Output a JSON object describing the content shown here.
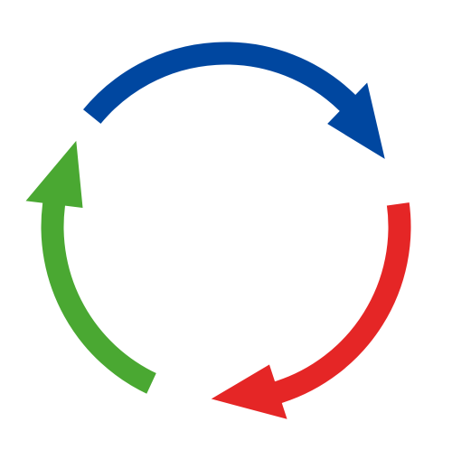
{
  "diagram": {
    "type": "cycle-arrows",
    "arrows": [
      {
        "id": "blue",
        "color": "#0047a0",
        "direction": "clockwise",
        "from": "upper-left",
        "to": "right"
      },
      {
        "id": "red",
        "color": "#e52626",
        "direction": "clockwise",
        "from": "right",
        "to": "bottom"
      },
      {
        "id": "green",
        "color": "#4aa832",
        "direction": "clockwise",
        "from": "bottom-left",
        "to": "upper-left"
      }
    ]
  }
}
